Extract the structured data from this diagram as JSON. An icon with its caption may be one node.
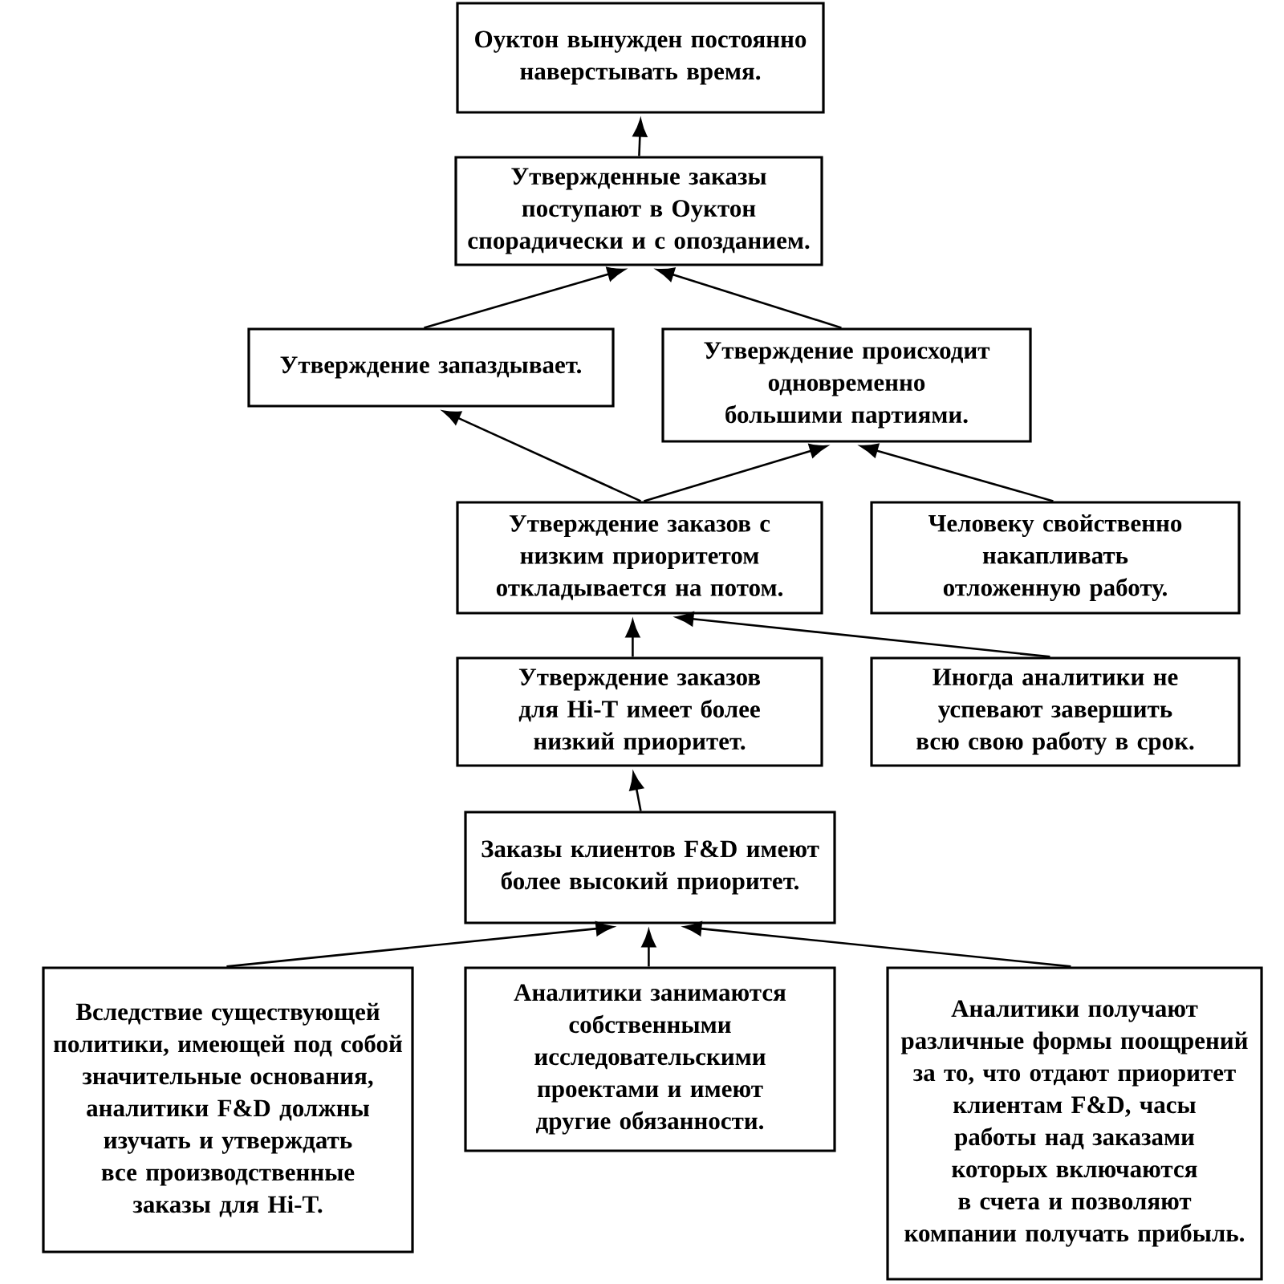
{
  "diagram": {
    "nodes": [
      {
        "text": [
          "Оуктон вынужден постоянно наверстывать время."
        ]
      },
      {
        "text": [
          "Утвержденные заказы поступают в Оуктон спорадически и с опозданием."
        ]
      },
      {
        "text": [
          "Утверждение запаздывает."
        ]
      },
      {
        "text": [
          "Утверждение происходит одновременно большими партиями."
        ]
      },
      {
        "text": [
          "Утверждение заказов с низким приоритетом откладывается на потом."
        ]
      },
      {
        "text": [
          "Человеку свойственно накапливать отложенную работу."
        ]
      },
      {
        "text": [
          "Утверждение заказов для Hi-T имеет более низкий приоритет."
        ]
      },
      {
        "text": [
          "Иногда аналитики не успевают завершить всю свою работу в срок."
        ]
      },
      {
        "text": [
          "Заказы клиентов F&D имеют более высокий приоритет."
        ]
      },
      {
        "text": [
          "Вследствие существующей политики, имеющей под собой значительные основания, аналитики F&D должны изучать и утверждать все производственные заказы для Hi-T."
        ]
      },
      {
        "text": [
          "Аналитики занимаются собственными исследовательскими проектами и имеют другие обязанности."
        ]
      },
      {
        "text": [
          "Аналитики получают различные формы поощрений за то, что отдают приоритет клиентам F&D, часы работы над заказами которых включаются в счета и позволяют компании получать прибыль."
        ]
      }
    ],
    "edges": [
      {
        "from": 1,
        "to": 0,
        "arrow": "to"
      },
      {
        "from": 2,
        "to": 1,
        "arrow": "to"
      },
      {
        "from": 3,
        "to": 1,
        "arrow": "to"
      },
      {
        "from": 4,
        "to": 2,
        "arrow": "to"
      },
      {
        "from": 4,
        "to": 3,
        "arrow": "to"
      },
      {
        "from": 5,
        "to": 3,
        "arrow": "to"
      },
      {
        "from": 6,
        "to": 4,
        "arrow": "to"
      },
      {
        "from": 7,
        "to": 4,
        "arrow": "to"
      },
      {
        "from": 8,
        "to": 6,
        "arrow": "to"
      },
      {
        "from": 9,
        "to": 8,
        "arrow": "to"
      },
      {
        "from": 10,
        "to": 8,
        "arrow": "to"
      },
      {
        "from": 11,
        "to": 8,
        "arrow": "to"
      }
    ]
  }
}
